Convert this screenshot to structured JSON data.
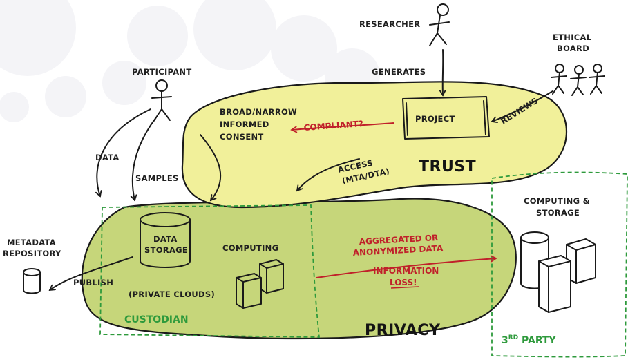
{
  "actors": {
    "researcher": "RESEARCHER",
    "participant": "PARTICIPANT",
    "ethical_board": [
      "ETHICAL",
      "BOARD"
    ]
  },
  "flows": {
    "generates": "GENERATES",
    "reviews": "REVIEWS",
    "data": "DATA",
    "samples": "SAMPLES",
    "publish": "PUBLISH",
    "access": [
      "ACCESS",
      "(MTA/DTA)"
    ],
    "compliant": "COMPLIANT?"
  },
  "trust_zone": {
    "label": "TRUST",
    "consent": [
      "BROAD/NARROW",
      "INFORMED",
      "CONSENT"
    ],
    "project": "PROJECT"
  },
  "privacy_zone": {
    "label": "PRIVACY",
    "data_storage": [
      "DATA",
      "STORAGE"
    ],
    "computing": "COMPUTING",
    "private_clouds": "(PRIVATE CLOUDS)",
    "custodian": "CUSTODIAN",
    "aggregated": [
      "AGGREGATED OR",
      "ANONYMIZED DATA"
    ],
    "information_loss": [
      "INFORMATION",
      "LOSS!"
    ]
  },
  "metadata_repository": [
    "METADATA",
    "REPOSITORY"
  ],
  "third_party": {
    "computing_storage": [
      "COMPUTING &",
      "STORAGE"
    ],
    "label_number": "3",
    "label_superscript": "RD",
    "label_rest": " PARTY"
  },
  "colors": {
    "trust_fill": "#f1f09a",
    "privacy_fill": "#c6d67a",
    "red": "#c0202a",
    "green": "#2e9a3c",
    "ink": "#1a1a1a"
  }
}
